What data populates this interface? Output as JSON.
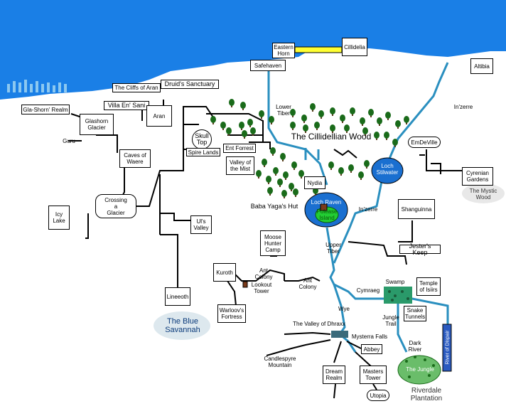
{
  "colors": {
    "sea": "#1a7fe6",
    "river": "#2a8fbf",
    "road": "#000000",
    "tree": "#1a6b1a",
    "swamp": "#2a9a6a",
    "lake": "#1a6fd0"
  },
  "places": {
    "glasshorn_realm": "Gla-Shorn' Realm",
    "cliffs_of_aran": "The Cliffs of Aran",
    "druids_sanctuary": "Druid's Sanctuary",
    "villa_en_sani": "Villa En' Sani",
    "aran": "Aran",
    "glashorn_glacier": "Glashorn\nGlacier",
    "guru": "Guru",
    "caves_of_waere": "Caves of\nWaere",
    "crossing_glacier": "Crossing\na\nGlacier",
    "icy_lake": "Icy\nLake",
    "skull_top": "Skull\nTop",
    "spire_lands": "Spire Lands",
    "ent_forrest": "Ent Forrest",
    "valley_of_mist": "Valley of\nthe Mist",
    "eastern_horn": "Eastern\nHorn",
    "cillidelia": "Cillidelia",
    "safehaven": "Safehaven",
    "altibia": "Altibia",
    "lower_tiber": "Lower\nTiber",
    "cillidellian_wood": "The Cillidellian Wood",
    "inzerre_top": "In'zerre",
    "emdeville": "EmDeVille",
    "loch_stilwater": "Loch\nStilwater",
    "cyrenian_gardens": "Cyrenian\nGardens",
    "mystic_wood": "The Mystic\nWood",
    "nydia": "Nydia",
    "loch_raven": "Loch Raven",
    "polease_island": "Polease\nIsland",
    "baba_yagas_hut": "Baba Yaga's Hut",
    "inzerre_mid": "In'zerre",
    "shanguinna": "Shanguinna",
    "jesters_keep": "Jester's Keep",
    "uls_valley": "Ul's\nValley",
    "moose_hunter_camp": "Moose\nHunter\nCamp",
    "upper_tiber": "Upper\nTiber",
    "kuroth": "Kuroth",
    "ant_colony_1": "Ant\nColony",
    "ant_colony_2": "Ant\nColony",
    "lookout_tower": "Lookout\nTower",
    "lineeoth": "Lineeoth",
    "warloovs_fortress": "Warloov's\nFortress",
    "blue_savannah": "The Blue\nSavannah",
    "cymraeg": "Cymraeg",
    "swamp": "Swamp",
    "temple_of_isiirs": "Temple\nof Isiirs",
    "wye": "Wye",
    "snake_tunnels": "Snake\nTunnels",
    "jungle_trail": "Jungle\nTrail",
    "valley_of_dhraxx": "The Valley of Dhraxx",
    "mysterra_falls": "Mysterra Falls",
    "abbey": "Abbey",
    "candlespyre_mountain": "Candlespyre\nMountain",
    "dark_river": "Dark\nRiver",
    "river_of_dispair": "River of Dispair",
    "dream_realm": "Dream\nRealm",
    "masters_tower": "Masters\nTower",
    "the_jungle": "The Jungle",
    "utopia": "Utopia",
    "riverdale_plantation": "Riverdale\nPlantation"
  }
}
